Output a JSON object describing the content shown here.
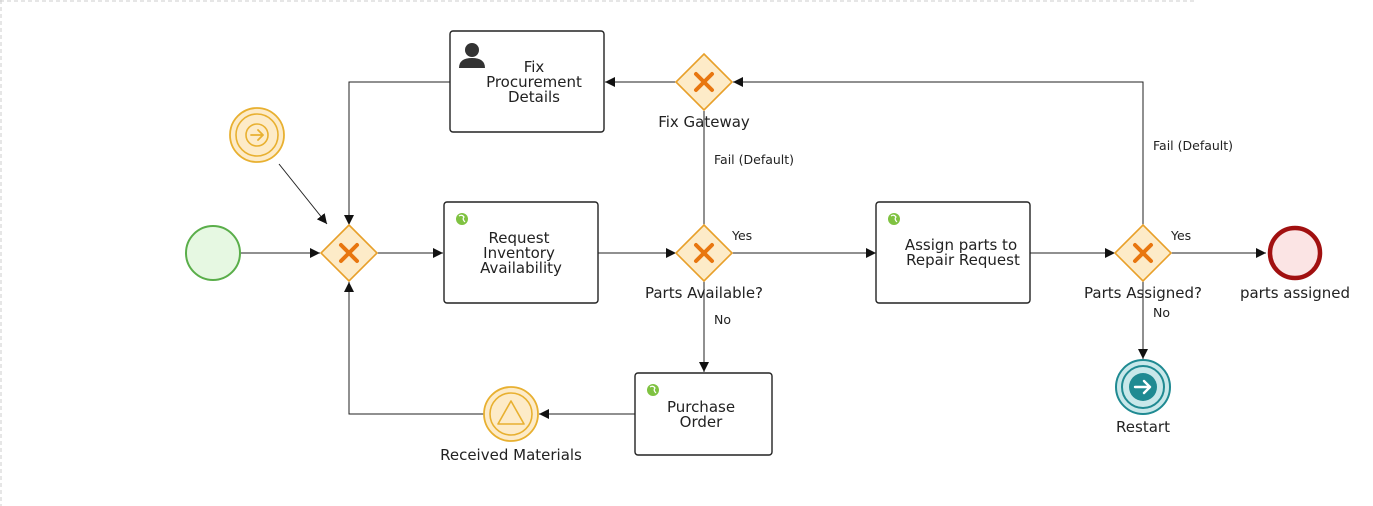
{
  "diagram": {
    "tasks": {
      "fix_procurement": [
        "Fix",
        "Procurement",
        "Details"
      ],
      "request_inventory": [
        "Request",
        "Inventory",
        "Availability"
      ],
      "assign_parts": [
        "Assign parts to",
        "Repair Request"
      ],
      "purchase_order": [
        "Purchase",
        "Order"
      ]
    },
    "gateways": {
      "fix_gateway": "Fix Gateway",
      "parts_available": "Parts Available?",
      "parts_assigned": "Parts Assigned?"
    },
    "events": {
      "received_materials": "Received Materials",
      "parts_assigned_end": "parts assigned",
      "restart": "Restart"
    },
    "flow_labels": {
      "fail_default_1": "Fail (Default)",
      "fail_default_2": "Fail (Default)",
      "yes_1": "Yes",
      "yes_2": "Yes",
      "no_1": "No",
      "no_2": "No"
    },
    "colors": {
      "start_fill": "#e6f8e2",
      "start_stroke": "#5aae4a",
      "end_fill": "#fbe4e4",
      "end_stroke": "#a11010",
      "gateway_fill": "#fdebc8",
      "gateway_stroke": "#e8a02a",
      "gateway_x": "#e8760f",
      "intermediate_fill": "#fdebc8",
      "intermediate_stroke": "#e8b030",
      "restart_fill": "#c8e8ea",
      "restart_stroke": "#1f8a92",
      "service_icon": "#7fc241"
    }
  }
}
